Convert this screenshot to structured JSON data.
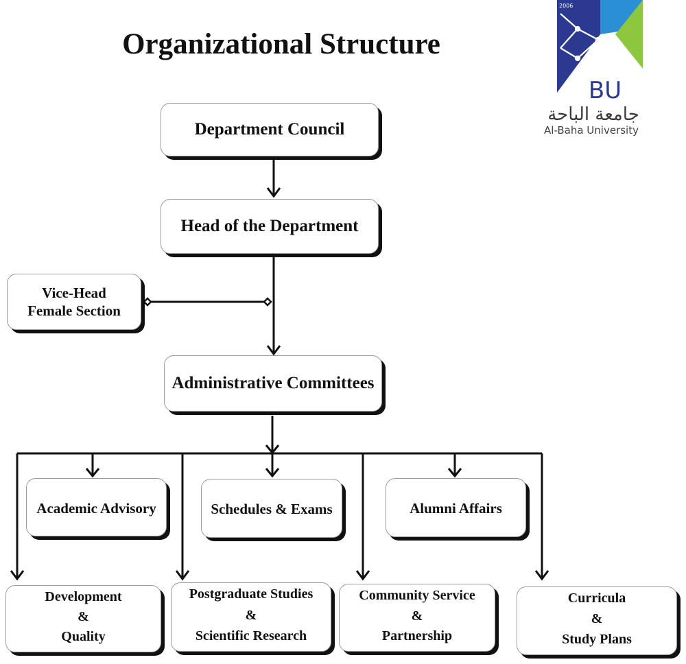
{
  "title": "Organizational Structure",
  "logo": {
    "year": "2006",
    "initials": "BU",
    "name_ar": "جامعة الباحة",
    "name_en": "Al-Baha University",
    "colors": {
      "navy": "#2b3990",
      "blue": "#2a8fd4",
      "green": "#8dc63f"
    }
  },
  "nodes": {
    "council": {
      "lines": [
        "Department Council"
      ]
    },
    "head": {
      "lines": [
        "Head of the Department"
      ]
    },
    "vice_head": {
      "lines": [
        "Vice-Head",
        "Female Section"
      ]
    },
    "admin": {
      "lines": [
        "Administrative Committees"
      ]
    },
    "academic_advisory": {
      "lines": [
        "Academic Advisory"
      ]
    },
    "schedules_exams": {
      "lines": [
        "Schedules & Exams"
      ]
    },
    "alumni_affairs": {
      "lines": [
        "Alumni Affairs"
      ]
    },
    "development_quality": {
      "lines": [
        "Development",
        "&",
        "Quality"
      ]
    },
    "postgraduate_research": {
      "lines": [
        "Postgraduate Studies",
        "&",
        "Scientific Research"
      ]
    },
    "community_partnership": {
      "lines": [
        "Community Service",
        "&",
        "Partnership"
      ]
    },
    "curricula_plans": {
      "lines": [
        "Curricula",
        "&",
        "Study Plans"
      ]
    }
  },
  "edges": [
    {
      "from": "council",
      "to": "head",
      "type": "arrow"
    },
    {
      "from": "head",
      "to": "vice_head",
      "type": "diamond-link"
    },
    {
      "from": "head",
      "to": "admin",
      "type": "arrow"
    },
    {
      "from": "admin",
      "to": "academic_advisory",
      "type": "arrow"
    },
    {
      "from": "admin",
      "to": "schedules_exams",
      "type": "arrow"
    },
    {
      "from": "admin",
      "to": "alumni_affairs",
      "type": "arrow"
    },
    {
      "from": "admin",
      "to": "development_quality",
      "type": "arrow"
    },
    {
      "from": "admin",
      "to": "postgraduate_research",
      "type": "arrow"
    },
    {
      "from": "admin",
      "to": "community_partnership",
      "type": "arrow"
    },
    {
      "from": "admin",
      "to": "curricula_plans",
      "type": "arrow"
    }
  ]
}
